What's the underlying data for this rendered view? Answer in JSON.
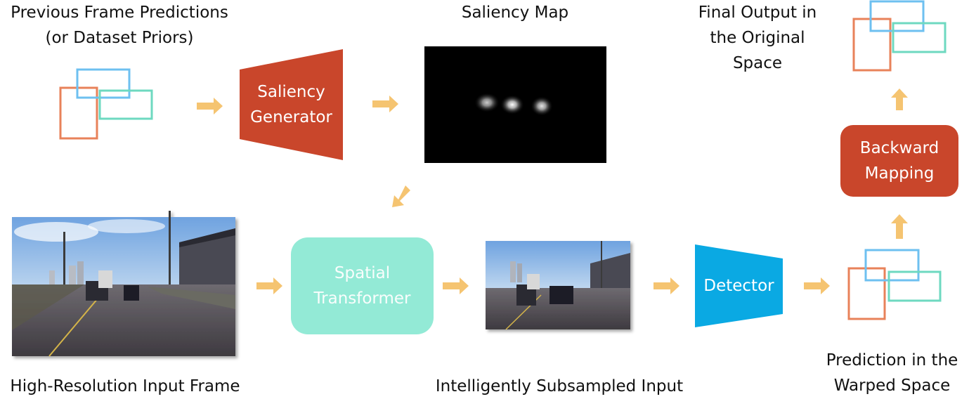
{
  "labels": {
    "prev_line1": "Previous Frame Predictions",
    "prev_line2": "(or Dataset Priors)",
    "saliency_map": "Saliency Map",
    "final_line1": "Final Output in",
    "final_line2": "the Original",
    "final_line3": "Space",
    "highres": "High-Resolution Input Frame",
    "subsampled": "Intelligently Subsampled Input",
    "warped_line1": "Prediction in the",
    "warped_line2": "Warped Space"
  },
  "blocks": {
    "saliency_gen_line1": "Saliency",
    "saliency_gen_line2": "Generator",
    "spatial_line1": "Spatial",
    "spatial_line2": "Transformer",
    "detector": "Detector",
    "backward_line1": "Backward",
    "backward_line2": "Mapping"
  },
  "colors": {
    "orange_box": "#e8825a",
    "blue_box": "#6ec0f0",
    "teal_box": "#6ed9c0",
    "saliency_generator": "#c9462b",
    "spatial_transformer": "#93ead6",
    "detector": "#0aa9e3",
    "backward_mapping": "#c9462b",
    "arrow": "#f5c471"
  }
}
